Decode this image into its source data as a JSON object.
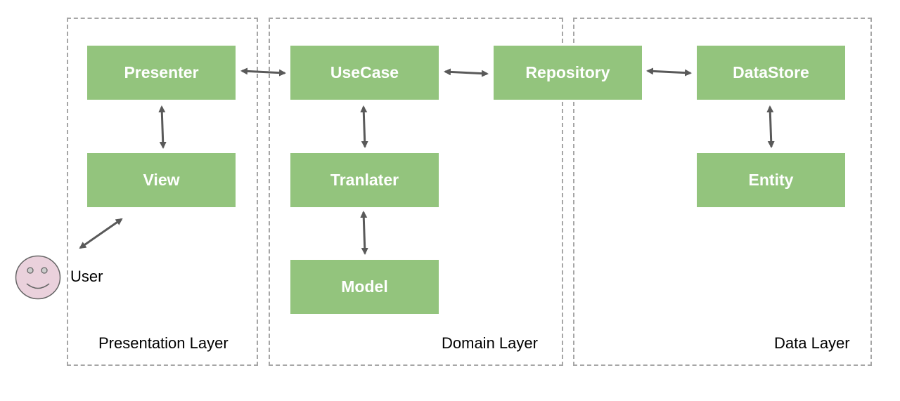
{
  "layers": {
    "presentation": "Presentation Layer",
    "domain": "Domain Layer",
    "data": "Data Layer"
  },
  "nodes": {
    "presenter": "Presenter",
    "view": "View",
    "usecase": "UseCase",
    "translater": "Tranlater",
    "model": "Model",
    "repository": "Repository",
    "datastore": "DataStore",
    "entity": "Entity"
  },
  "user": {
    "label": "User",
    "icon": "smiley-face-icon"
  },
  "colors": {
    "node_fill": "#93c47d",
    "node_text": "#ffffff",
    "layer_border": "#a6a6a6",
    "arrow": "#595959",
    "face_fill": "#ead1dc"
  }
}
